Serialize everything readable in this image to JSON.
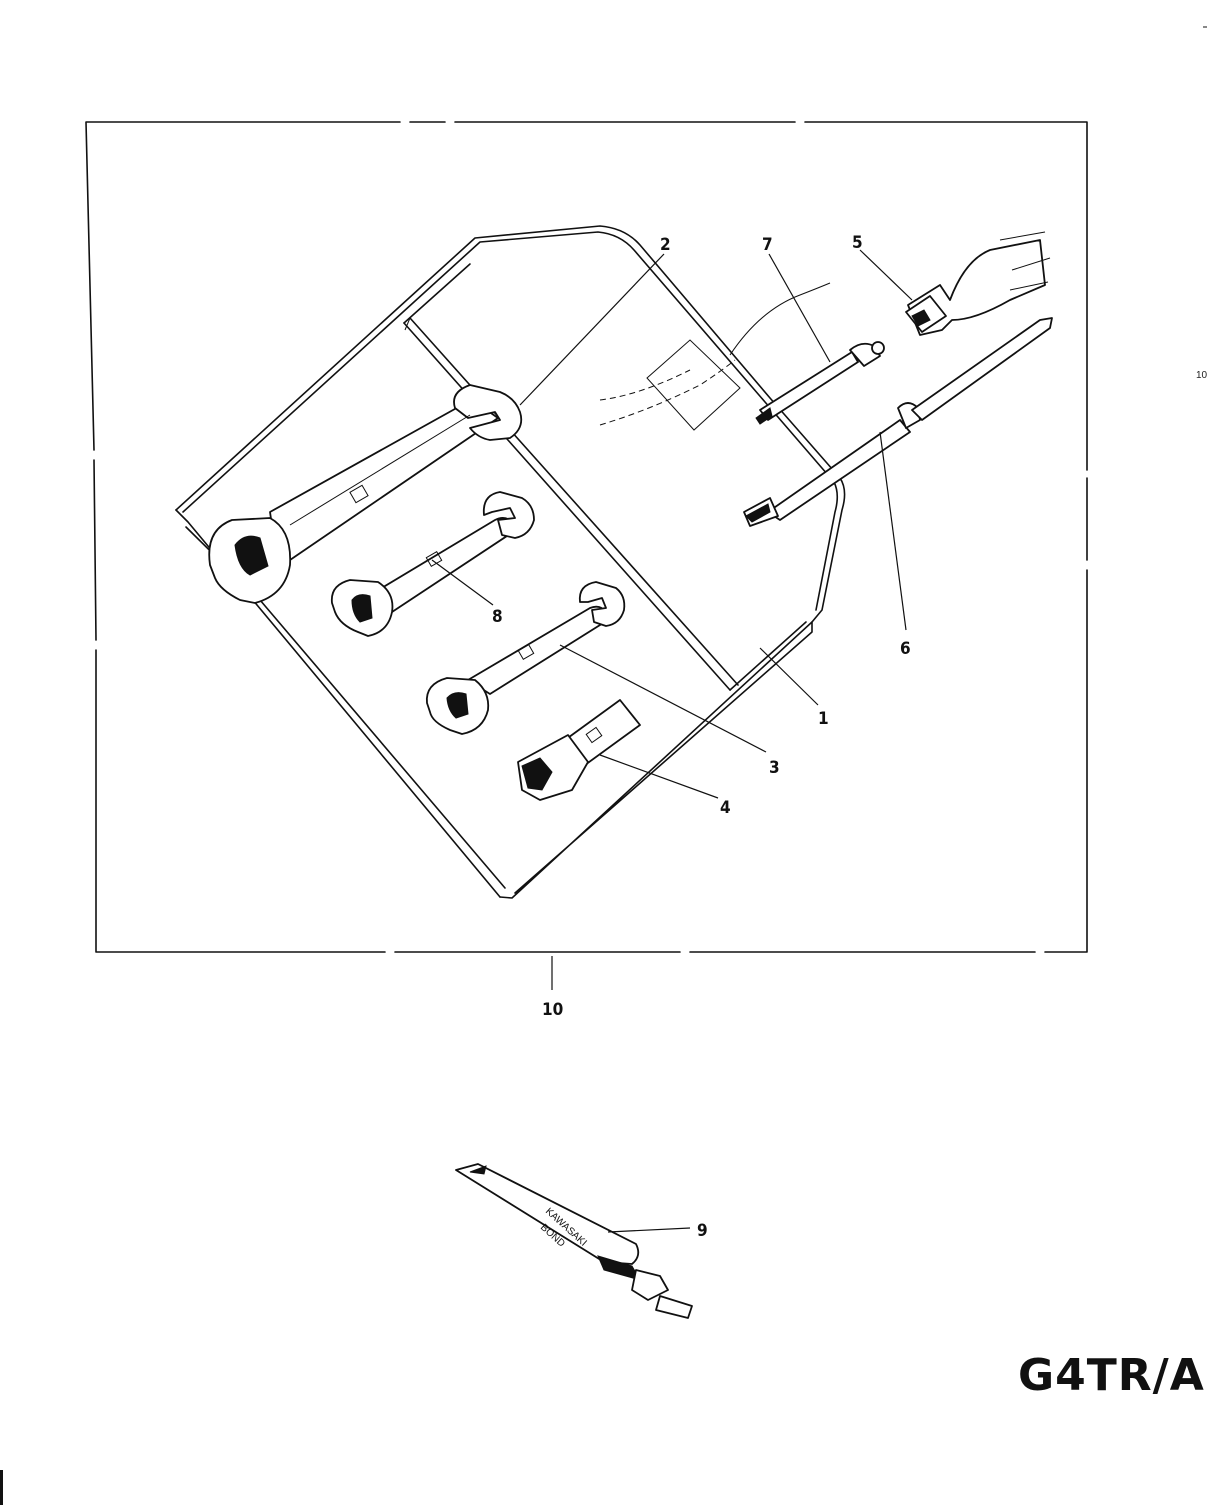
{
  "diagram": {
    "callouts": [
      {
        "id": "1",
        "label": "1"
      },
      {
        "id": "2",
        "label": "2"
      },
      {
        "id": "3",
        "label": "3"
      },
      {
        "id": "4",
        "label": "4"
      },
      {
        "id": "5",
        "label": "5"
      },
      {
        "id": "6",
        "label": "6"
      },
      {
        "id": "7",
        "label": "7"
      },
      {
        "id": "8",
        "label": "8"
      },
      {
        "id": "9",
        "label": "9"
      },
      {
        "id": "10",
        "label": "10"
      }
    ],
    "page_marker": "10",
    "model_label": "G4TR/A",
    "tube_print": [
      "KAWASAKI",
      "BOND"
    ]
  },
  "colors": {
    "ink": "#111111",
    "paper": "#ffffff"
  }
}
